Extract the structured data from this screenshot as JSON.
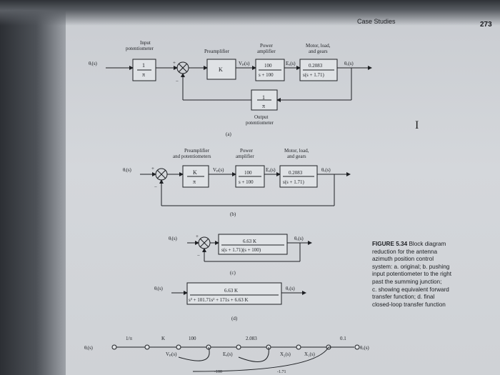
{
  "header": {
    "running_head": "Case Studies",
    "page_number": "273"
  },
  "diagram_a": {
    "label": "(a)",
    "input_signal": "θᵢ(s)",
    "output_signal": "θₒ(s)",
    "input_pot_title_1": "Input",
    "input_pot_title_2": "potentiometer",
    "input_pot_num": "1",
    "input_pot_den": "π",
    "preamp_title": "Preamplifier",
    "preamp_gain": "K",
    "vp": "Vₚ(s)",
    "power_amp_title_1": "Power",
    "power_amp_title_2": "amplifier",
    "power_amp_num": "100",
    "power_amp_den": "s + 100",
    "ea": "Eₐ(s)",
    "motor_title_1": "Motor, load,",
    "motor_title_2": "and gears",
    "motor_num": "0.2083",
    "motor_den": "s(s + 1.71)",
    "out_pot_num": "1",
    "out_pot_den": "π",
    "out_pot_title_1": "Output",
    "out_pot_title_2": "potentiometer"
  },
  "diagram_b": {
    "label": "(b)",
    "input_signal": "θᵢ(s)",
    "output_signal": "θₒ(s)",
    "preamp_title_1": "Preamplifier",
    "preamp_title_2": "and potentiometers",
    "preamp_num": "K",
    "preamp_den": "π",
    "vp": "Vₚ(s)",
    "power_amp_title_1": "Power",
    "power_amp_title_2": "amplifier",
    "power_amp_num": "100",
    "power_amp_den": "s + 100",
    "ea": "Eₐ(s)",
    "motor_title_1": "Motor, load,",
    "motor_title_2": "and gears",
    "motor_num": "0.2083",
    "motor_den": "s(s + 1.71)"
  },
  "diagram_c": {
    "label": "(c)",
    "input_signal": "θᵢ(s)",
    "output_signal": "θₒ(s)",
    "num": "6.63 K",
    "den": "s(s + 1.71)(s + 100)"
  },
  "diagram_d": {
    "label": "(d)",
    "input_signal": "θᵢ(s)",
    "output_signal": "θₒ(s)",
    "num": "6.63 K",
    "den": "s³ + 101.71s² + 171s + 6.63 K"
  },
  "signal_flow": {
    "gain_1": "1/π",
    "gain_k": "K",
    "gain_100": "100",
    "gain_2083": "2.083",
    "gain_01": "0.1",
    "node_vp": "Vₚ(s)",
    "node_ea": "Eₐ(s)",
    "node_x2": "X₂(s)",
    "node_x1": "X₁(s)",
    "input": "θᵢ(s)",
    "output": "θₒ(s)",
    "loop_100": "-100",
    "loop_171": "-1.71"
  },
  "figure_caption": {
    "figure_label": "FIGURE 5.34",
    "text_1": "Block diagram",
    "text_2": "reduction for the antenna",
    "text_3": "azimuth position control",
    "text_4": "system: a. original; b. pushing",
    "text_5": "input potentiometer to the right",
    "text_6": "past the summing junction;",
    "text_7": "c. showing equivalent forward",
    "text_8": "transfer function; d. final",
    "text_9": "closed-loop transfer function"
  },
  "colors": {
    "paper": "#d0d3d7",
    "ink": "#1e2024",
    "background": "#3a3d43"
  }
}
